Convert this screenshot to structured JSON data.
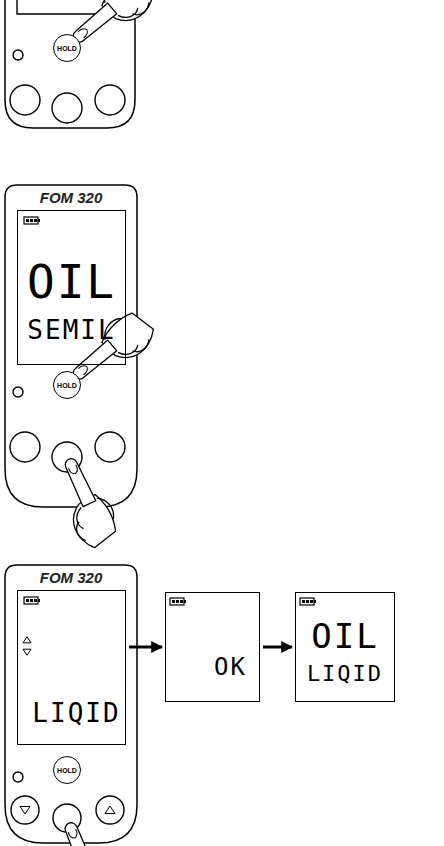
{
  "diagram": {
    "nodes": [
      {
        "text": [
          "HOLD"
        ]
      },
      {
        "text": [
          "FOM 320"
        ]
      },
      {
        "text": [
          "OIL",
          "SEMIL"
        ],
        "in": 1
      },
      {
        "text": [
          "HOLD"
        ],
        "in": 1
      },
      {
        "text": [
          "FOM 320"
        ]
      },
      {
        "text": [
          "LIQID"
        ],
        "in": 4
      },
      {
        "text": [
          "HOLD"
        ],
        "in": 4
      },
      {
        "text": [
          "OK"
        ]
      },
      {
        "text": [
          "OIL",
          "LIQID"
        ]
      }
    ],
    "edges": [
      {
        "from": 5,
        "to": 7,
        "arrow": "to"
      },
      {
        "from": 7,
        "to": 8,
        "arrow": "to"
      }
    ]
  }
}
